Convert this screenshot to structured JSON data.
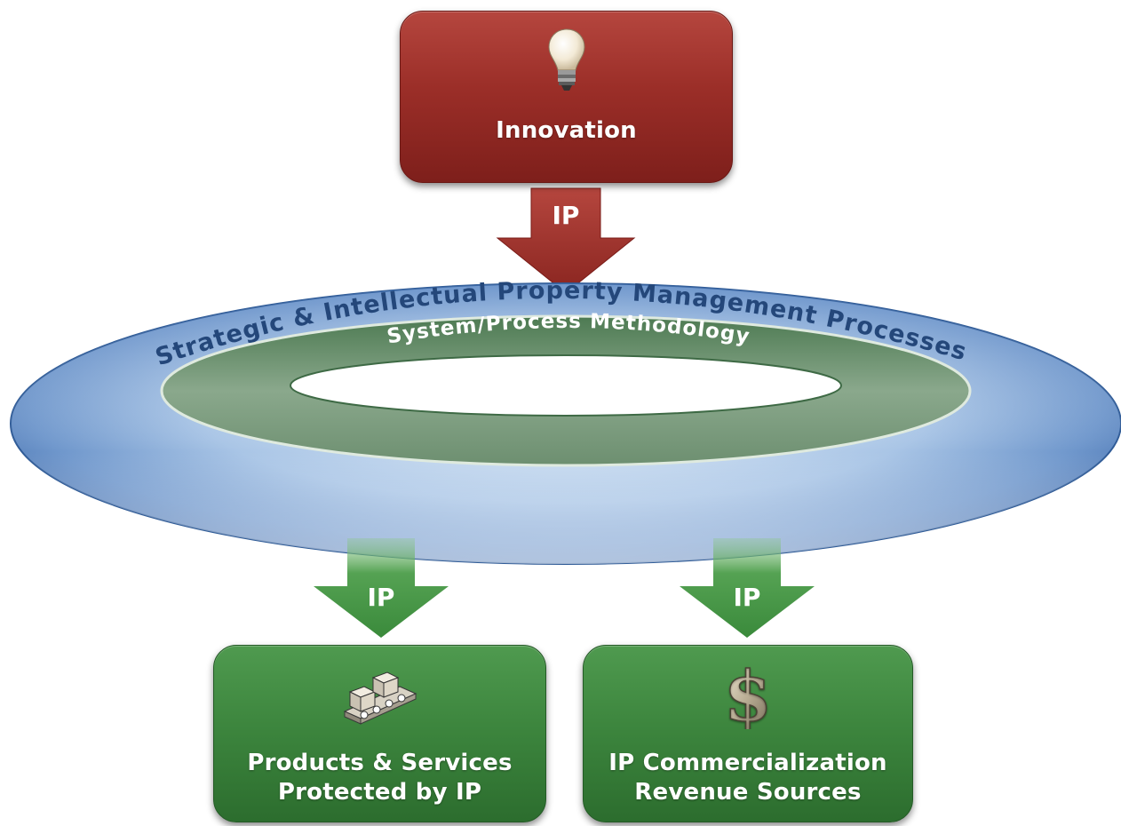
{
  "innovation": {
    "label": "Innovation",
    "icon": "lightbulb-icon"
  },
  "top_arrow": {
    "label": "IP"
  },
  "outer_ring": {
    "label": "Strategic & Intellectual Property Management Processes"
  },
  "inner_ring": {
    "label": "System/Process Methodology"
  },
  "left_arrow": {
    "label": "IP"
  },
  "right_arrow": {
    "label": "IP"
  },
  "products_box": {
    "line1": "Products & Services",
    "line2": "Protected by IP",
    "icon": "conveyor-boxes-icon"
  },
  "revenue_box": {
    "line1": "IP Commercialization",
    "line2": "Revenue Sources",
    "icon": "dollar-sign-icon"
  },
  "colors": {
    "red": "#9b2e28",
    "green": "#3d863e",
    "ring_blue": "#5b86c3",
    "ring_green": "#5f8a63"
  }
}
